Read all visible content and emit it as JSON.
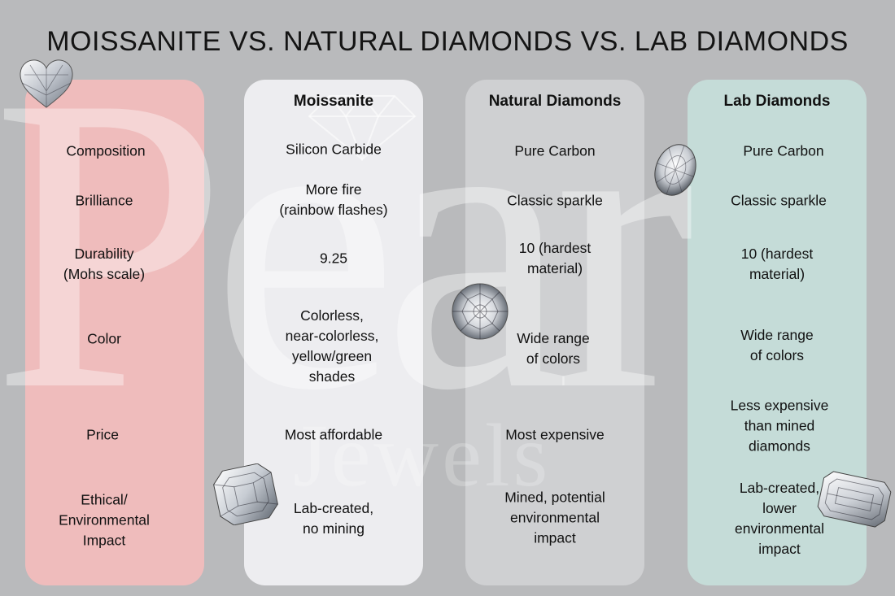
{
  "title": "MOISSANITE VS. NATURAL DIAMONDS VS. LAB DIAMONDS",
  "watermark": {
    "brand": "Pear",
    "tagline": "Jewels"
  },
  "columns": {
    "moissanite": "Moissanite",
    "natural": "Natural Diamonds",
    "lab": "Lab Diamonds"
  },
  "rows": [
    {
      "label": "Composition",
      "moissanite": "Silicon Carbide",
      "natural": "Pure Carbon",
      "lab": "Pure Carbon"
    },
    {
      "label": "Brilliance",
      "moissanite": "More fire\n(rainbow flashes)",
      "natural": "Classic sparkle",
      "lab": "Classic sparkle"
    },
    {
      "label": "Durability\n(Mohs scale)",
      "moissanite": "9.25",
      "natural": "10 (hardest\nmaterial)",
      "lab": "10 (hardest\nmaterial)"
    },
    {
      "label": "Color",
      "moissanite": "Colorless,\nnear-colorless,\nyellow/green\nshades",
      "natural": "Wide range\nof colors",
      "lab": "Wide range\nof colors"
    },
    {
      "label": "Price",
      "moissanite": "Most affordable",
      "natural": "Most expensive",
      "lab": "Less expensive\nthan mined\ndiamonds"
    },
    {
      "label": "Ethical/\nEnvironmental\nImpact",
      "moissanite": "Lab-created,\nno mining",
      "natural": "Mined, potential\nenvironmental\nimpact",
      "lab": "Lab-created,\nlower\nenvironmental\nimpact"
    }
  ],
  "colors": {
    "background": "#b9babc",
    "labels_column": "#efbcbc",
    "moissanite_column": "#ededf0",
    "natural_column": "#cfd0d2",
    "lab_column": "#c5dcd8"
  },
  "images": [
    "heart-diamond",
    "oval-diamond",
    "round-diamond",
    "asscher-diamond",
    "emerald-diamond"
  ]
}
